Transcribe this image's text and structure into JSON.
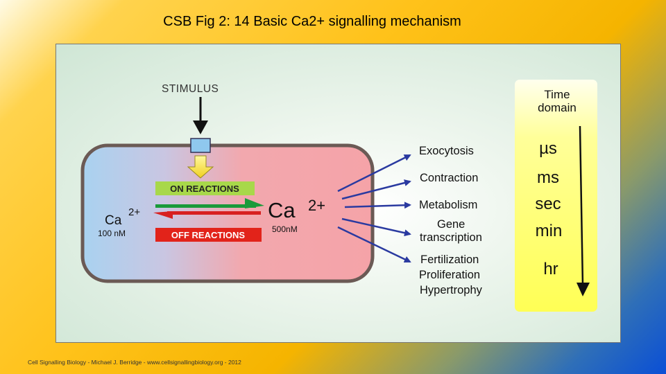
{
  "title": "CSB Fig 2: 14 Basic Ca2+ signalling mechanism",
  "stimulus_label": "STIMULUS",
  "on_reactions_label": "ON REACTIONS",
  "off_reactions_label": "OFF REACTIONS",
  "ca_rest": {
    "symbol": "Ca",
    "charge": "2+",
    "conc": "100 nM"
  },
  "ca_active": {
    "symbol": "Ca",
    "charge": "2+",
    "conc": "500nM"
  },
  "outputs": [
    {
      "lines": [
        "Exocytosis"
      ]
    },
    {
      "lines": [
        "Contraction"
      ]
    },
    {
      "lines": [
        "Metabolism"
      ]
    },
    {
      "lines": [
        "Gene",
        "transcription"
      ]
    },
    {
      "lines": [
        "Fertilization",
        "Proliferation",
        "Hypertrophy"
      ]
    }
  ],
  "time_domain": {
    "title_lines": [
      "Time",
      "domain"
    ],
    "units": [
      "µs",
      "ms",
      "sec",
      "min",
      "hr"
    ]
  },
  "footer": "Cell Signalling Biology - Michael J. Berridge - www.cellsignallingbiology.org - 2012",
  "colors": {
    "on_bar": "#a8d84a",
    "off_bar": "#e2231a",
    "green_arrow": "#1a9a3a",
    "red_arrow": "#d82020",
    "output_arrow": "#2a3aa0",
    "time_panel": "#ffff99",
    "receptor": "#8fc8ee"
  }
}
